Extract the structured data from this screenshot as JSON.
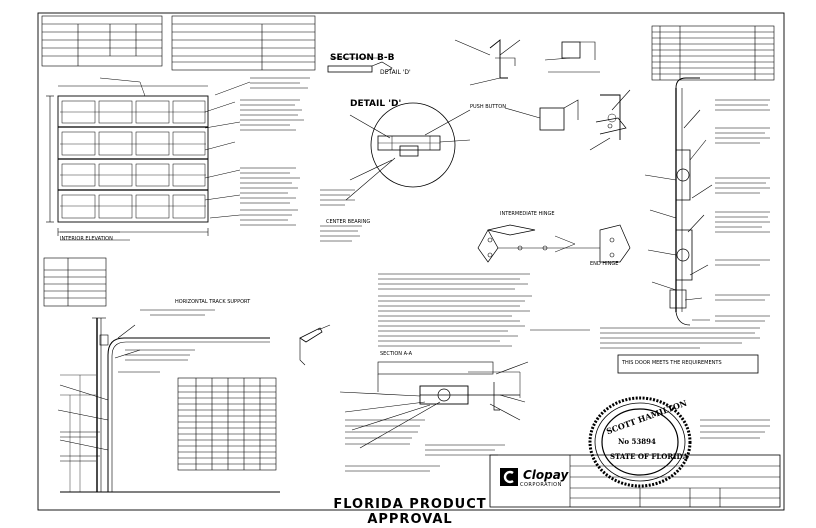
{
  "drawing": {
    "footer_title": "FLORIDA PRODUCT APPROVAL",
    "section_label": "SECTION B-B",
    "detail_label": "DETAIL 'D'",
    "detail_ref": "DETAIL 'D'",
    "views": {
      "interior_elevation": "INTERIOR ELEVATION",
      "intermediate_hinge": "INTERMEDIATE HINGE",
      "end_hinge": "END HINGE"
    },
    "notes": {
      "pushbutton": "PUSH BUTTON",
      "center_bearing": "CENTER BEARING",
      "tie_detail": "HORIZONTAL TRACK SUPPORT",
      "section_a": "SECTION A-A",
      "stamp_note": "THIS DOOR MEETS THE REQUIREMENTS"
    }
  },
  "company": {
    "logo_name": "Clopay",
    "logo_sub": "CORPORATION"
  },
  "seal": {
    "name": "SCOTT HAMILTON",
    "state": "STATE OF FLORIDA",
    "number": "No 53894"
  },
  "icons": {
    "logo": "clopay-logo-icon",
    "seal": "engineer-seal-icon"
  }
}
